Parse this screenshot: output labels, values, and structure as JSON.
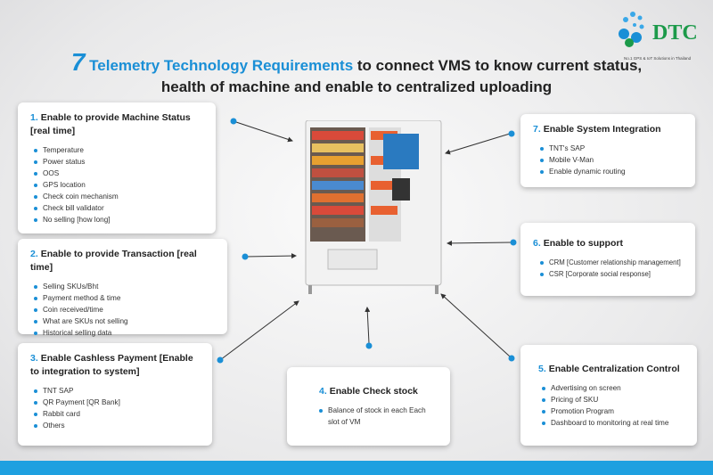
{
  "logo": {
    "text": "DTC",
    "tagline": "No.1 GPS & IoT Solutions in Thailand"
  },
  "title": {
    "number": "7",
    "highlight": "Telemetry Technology Requirements",
    "line1_rest": " to connect VMS to know current status,",
    "line2": "health of machine and enable to centralized uploading"
  },
  "colors": {
    "accent": "#1a8fd6",
    "logo_green": "#1c9a4a",
    "bar": "#1ea0e0"
  },
  "boxes": [
    {
      "num": "1.",
      "title": "Enable to provide Machine Status [real time]",
      "items": [
        "Temperature",
        "Power status",
        "OOS",
        "GPS location",
        "Check coin mechanism",
        "Check bill validator",
        "No selling [how long]"
      ]
    },
    {
      "num": "2.",
      "title": "Enable to provide Transaction [real time]",
      "items": [
        "Selling SKUs/Bht",
        "Payment method & time",
        "Coin received/time",
        "What are SKUs not selling",
        "Historical selling data"
      ]
    },
    {
      "num": "3.",
      "title": "Enable Cashless Payment [Enable to integration to system]",
      "items": [
        "TNT SAP",
        "QR Payment [QR Bank]",
        "Rabbit card",
        "Others"
      ]
    },
    {
      "num": "4.",
      "title": "Enable Check stock",
      "items": [
        "Balance of stock in each Each slot of VM"
      ]
    },
    {
      "num": "5.",
      "title": "Enable Centralization Control",
      "items": [
        "Advertising on screen",
        "Pricing of SKU",
        "Promotion Program",
        "Dashboard to monitoring at real time"
      ]
    },
    {
      "num": "6.",
      "title": "Enable to support",
      "items": [
        "CRM [Customer relationship management]",
        "CSR [Corporate social response]"
      ]
    },
    {
      "num": "7.",
      "title": "Enable System Integration",
      "items": [
        "TNT's SAP",
        "Mobile V-Man",
        "Enable dynamic routing"
      ]
    }
  ]
}
